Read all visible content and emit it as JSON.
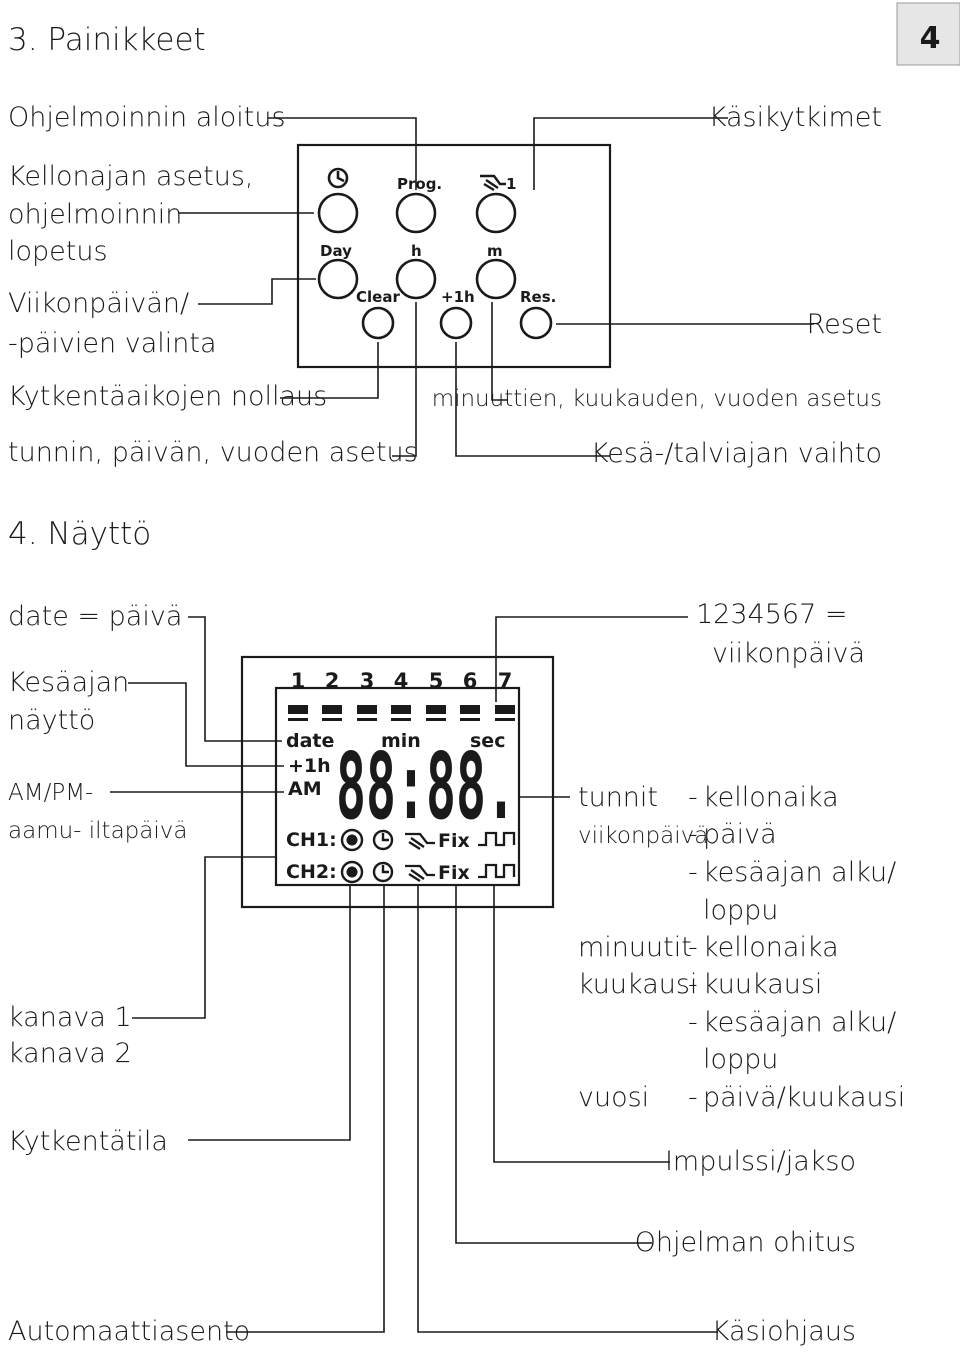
{
  "page_number": "4",
  "section3": {
    "title": "3.  Painikkeet",
    "labels": {
      "prog_start": "Ohjelmoinnin aloitus",
      "clock_set_1": "Kellonajan asetus,",
      "clock_set_2": "ohjelmoinnin",
      "clock_set_3": "lopetus",
      "weekday_1": "Viikonpäivän/",
      "weekday_2": "-päivien valinta",
      "clear": "Kytkentäaikojen nollaus",
      "hour_set": "tunnin, päivän, vuoden asetus",
      "manual": "Käsikytkimet",
      "reset": "Reset",
      "minute_set": "minuuttien, kuukauden, vuoden asetus",
      "dst": "Kesä-/talviajan vaihto"
    },
    "keys": {
      "prog": "Prog.",
      "day": "Day",
      "h": "h",
      "m": "m",
      "clear": "Clear",
      "plus1h": "+1h",
      "res": "Res.",
      "manual1": "1"
    }
  },
  "section4": {
    "title": "4.  Näyttö",
    "labels": {
      "date": "date = päivä",
      "dst_1": "Kesäajan",
      "dst_2": "näyttö",
      "ampm_1": "AM/PM-",
      "ampm_2": "aamu- iltapäivä",
      "ch1": "kanava 1",
      "ch2": "kanava 2",
      "switch_state": "Kytkentätila",
      "auto": "Automaattiasento",
      "weekdays_1": "1234567 =",
      "weekdays_2": "viikonpäivä",
      "impulse": "Impulssi/jakso",
      "override": "Ohjelman ohitus",
      "manual_ctrl": "Käsiohjaus"
    },
    "lcd": {
      "days": [
        "1",
        "2",
        "3",
        "4",
        "5",
        "6",
        "7"
      ],
      "date": "date",
      "min": "min",
      "sec": "sec",
      "plus1h": "+1h",
      "am": "AM",
      "digits": "88:88.",
      "ch1": "CH1:",
      "ch2": "CH2:",
      "fix": "Fix"
    },
    "digit_table": [
      {
        "field": "tunnit",
        "dash": "-",
        "meaning": "kellonaika"
      },
      {
        "field": "viikonpäivä",
        "dash": "-",
        "meaning": "päivä"
      },
      {
        "field": "",
        "dash": "-",
        "meaning": "kesäajan alku/"
      },
      {
        "field": "",
        "dash": "",
        "meaning": "loppu"
      },
      {
        "field": "minuutit",
        "dash": "-",
        "meaning": "kellonaika"
      },
      {
        "field": "kuukausi",
        "dash": "-",
        "meaning": "kuukausi"
      },
      {
        "field": "",
        "dash": "-",
        "meaning": "kesäajan alku/"
      },
      {
        "field": "",
        "dash": "",
        "meaning": "loppu"
      },
      {
        "field": "vuosi",
        "dash": "-",
        "meaning": "päivä/kuukausi"
      }
    ]
  }
}
